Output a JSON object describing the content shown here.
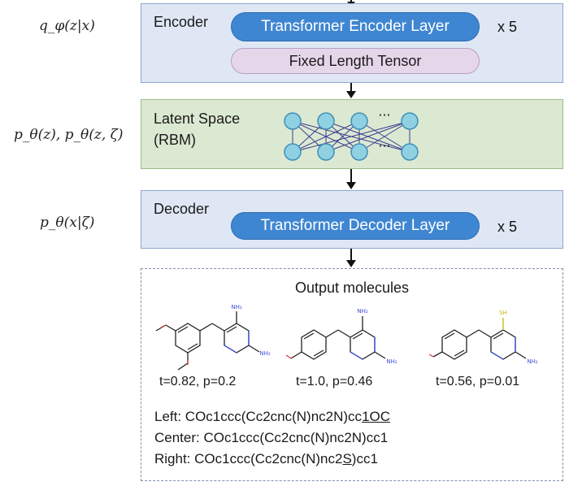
{
  "math": {
    "encoder": "q_φ(z|x)",
    "latent": "p_θ(z), p_θ(z, ζ)",
    "decoder": "p_θ(x|ζ)"
  },
  "encoder": {
    "title": "Encoder",
    "layer_label": "Transformer  Encoder Layer",
    "repeat": "x 5",
    "tensor_label": "Fixed Length Tensor"
  },
  "latent": {
    "title_line1": "Latent Space",
    "title_line2": "(RBM)",
    "ellipsis_top": "···",
    "ellipsis_bottom": "···"
  },
  "decoder": {
    "title": "Decoder",
    "layer_label": "Transformer  Decoder Layer",
    "repeat": "x 5"
  },
  "output": {
    "title": "Output molecules",
    "molecules": [
      {
        "params": "t=0.82, p=0.2",
        "atom_labels": [
          "NH₂",
          "NH₂"
        ]
      },
      {
        "params": "t=1.0, p=0.46",
        "atom_labels": [
          "NH₂",
          "NH₂"
        ]
      },
      {
        "params": "t=0.56, p=0.01",
        "atom_labels": [
          "SH",
          "NH₂"
        ]
      }
    ],
    "smiles": {
      "left_prefix": "Left: COc1ccc(Cc2cnc(N)nc2N)cc",
      "left_underlined": "1OC",
      "left_suffix": "",
      "center": "Center: COc1ccc(Cc2cnc(N)nc2N)cc1",
      "right_prefix": "Right: COc1ccc(Cc2cnc(N)nc2",
      "right_underlined": "S",
      "right_suffix": ")cc1"
    }
  },
  "colors": {
    "encoder_fill": "#dfe7f5",
    "latent_fill": "#dce9d2",
    "latent_border": "#9dbb88",
    "decoder_fill": "#dfe7f5",
    "node_fill": "#8fd1e3",
    "node_stroke": "#3f8fb6",
    "edge": "#3a3d8e"
  }
}
